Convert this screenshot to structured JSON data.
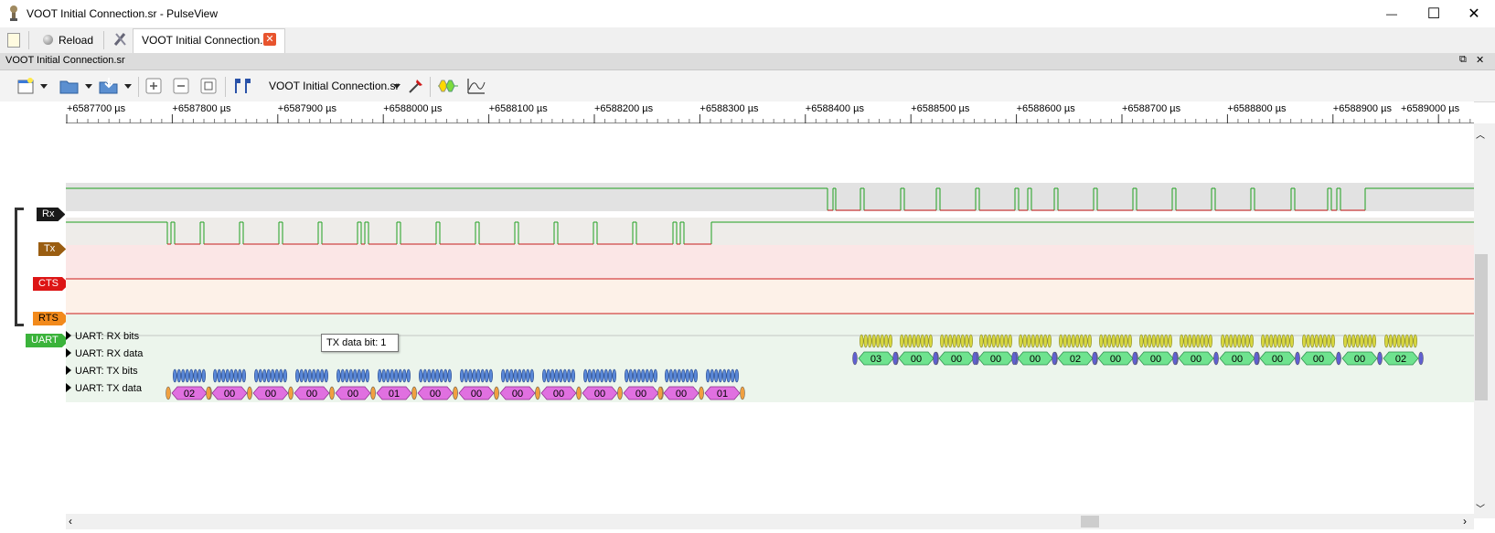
{
  "window": {
    "title": "VOOT Initial Connection.sr - PulseView",
    "minimize": "—",
    "maximize": "☐",
    "close": "✕"
  },
  "tabs": {
    "reload_label": "Reload",
    "document_tab": "VOOT Initial Connection.sr",
    "close_glyph": "✕"
  },
  "dock": {
    "title": "VOOT Initial Connection.sr",
    "float_glyph": "⧉",
    "close_glyph": "✕"
  },
  "toolbar": {
    "device_selector": "VOOT Initial Connection.sr"
  },
  "ruler": {
    "tick_labels": [
      "+6587700 µs",
      "+6587800 µs",
      "+6587900 µs",
      "+6588000 µs",
      "+6588100 µs",
      "+6588200 µs",
      "+6588300 µs",
      "+6588400 µs",
      "+6588500 µs",
      "+6588600 µs",
      "+6588700 µs",
      "+6588800 µs",
      "+6588900 µs",
      "+6589000 µs"
    ]
  },
  "channels": [
    {
      "name": "Rx",
      "color": "#1a1a1a",
      "bg": "#e2e2e2"
    },
    {
      "name": "Tx",
      "color": "#9a5d11",
      "bg": "#eeece9"
    },
    {
      "name": "CTS",
      "color": "#dd1515",
      "bg": "#fbe6e6"
    },
    {
      "name": "RTS",
      "color": "#f28a1c",
      "bg": "#fdf1e8"
    }
  ],
  "decoder": {
    "name": "UART",
    "color": "#3bb33b",
    "bg": "#ecf5ec",
    "rows": [
      "UART: RX bits",
      "UART: RX data",
      "UART: TX bits",
      "UART: TX data"
    ],
    "rx_data": [
      "03",
      "00",
      "00",
      "00",
      "00",
      "02",
      "00",
      "00",
      "00",
      "00",
      "00",
      "00",
      "00",
      "02"
    ],
    "tx_data": [
      "02",
      "00",
      "00",
      "00",
      "00",
      "01",
      "00",
      "00",
      "00",
      "00",
      "00",
      "00",
      "00",
      "01"
    ]
  },
  "tooltip": "TX data bit: 1",
  "colors": {
    "logic_high": "#1fa01f",
    "logic_low": "#cc1a1a",
    "rx_bits": "#d8d840",
    "rx_data": "#6fe38f",
    "tx_bits": "#5a88d8",
    "tx_data": "#e070e0"
  }
}
